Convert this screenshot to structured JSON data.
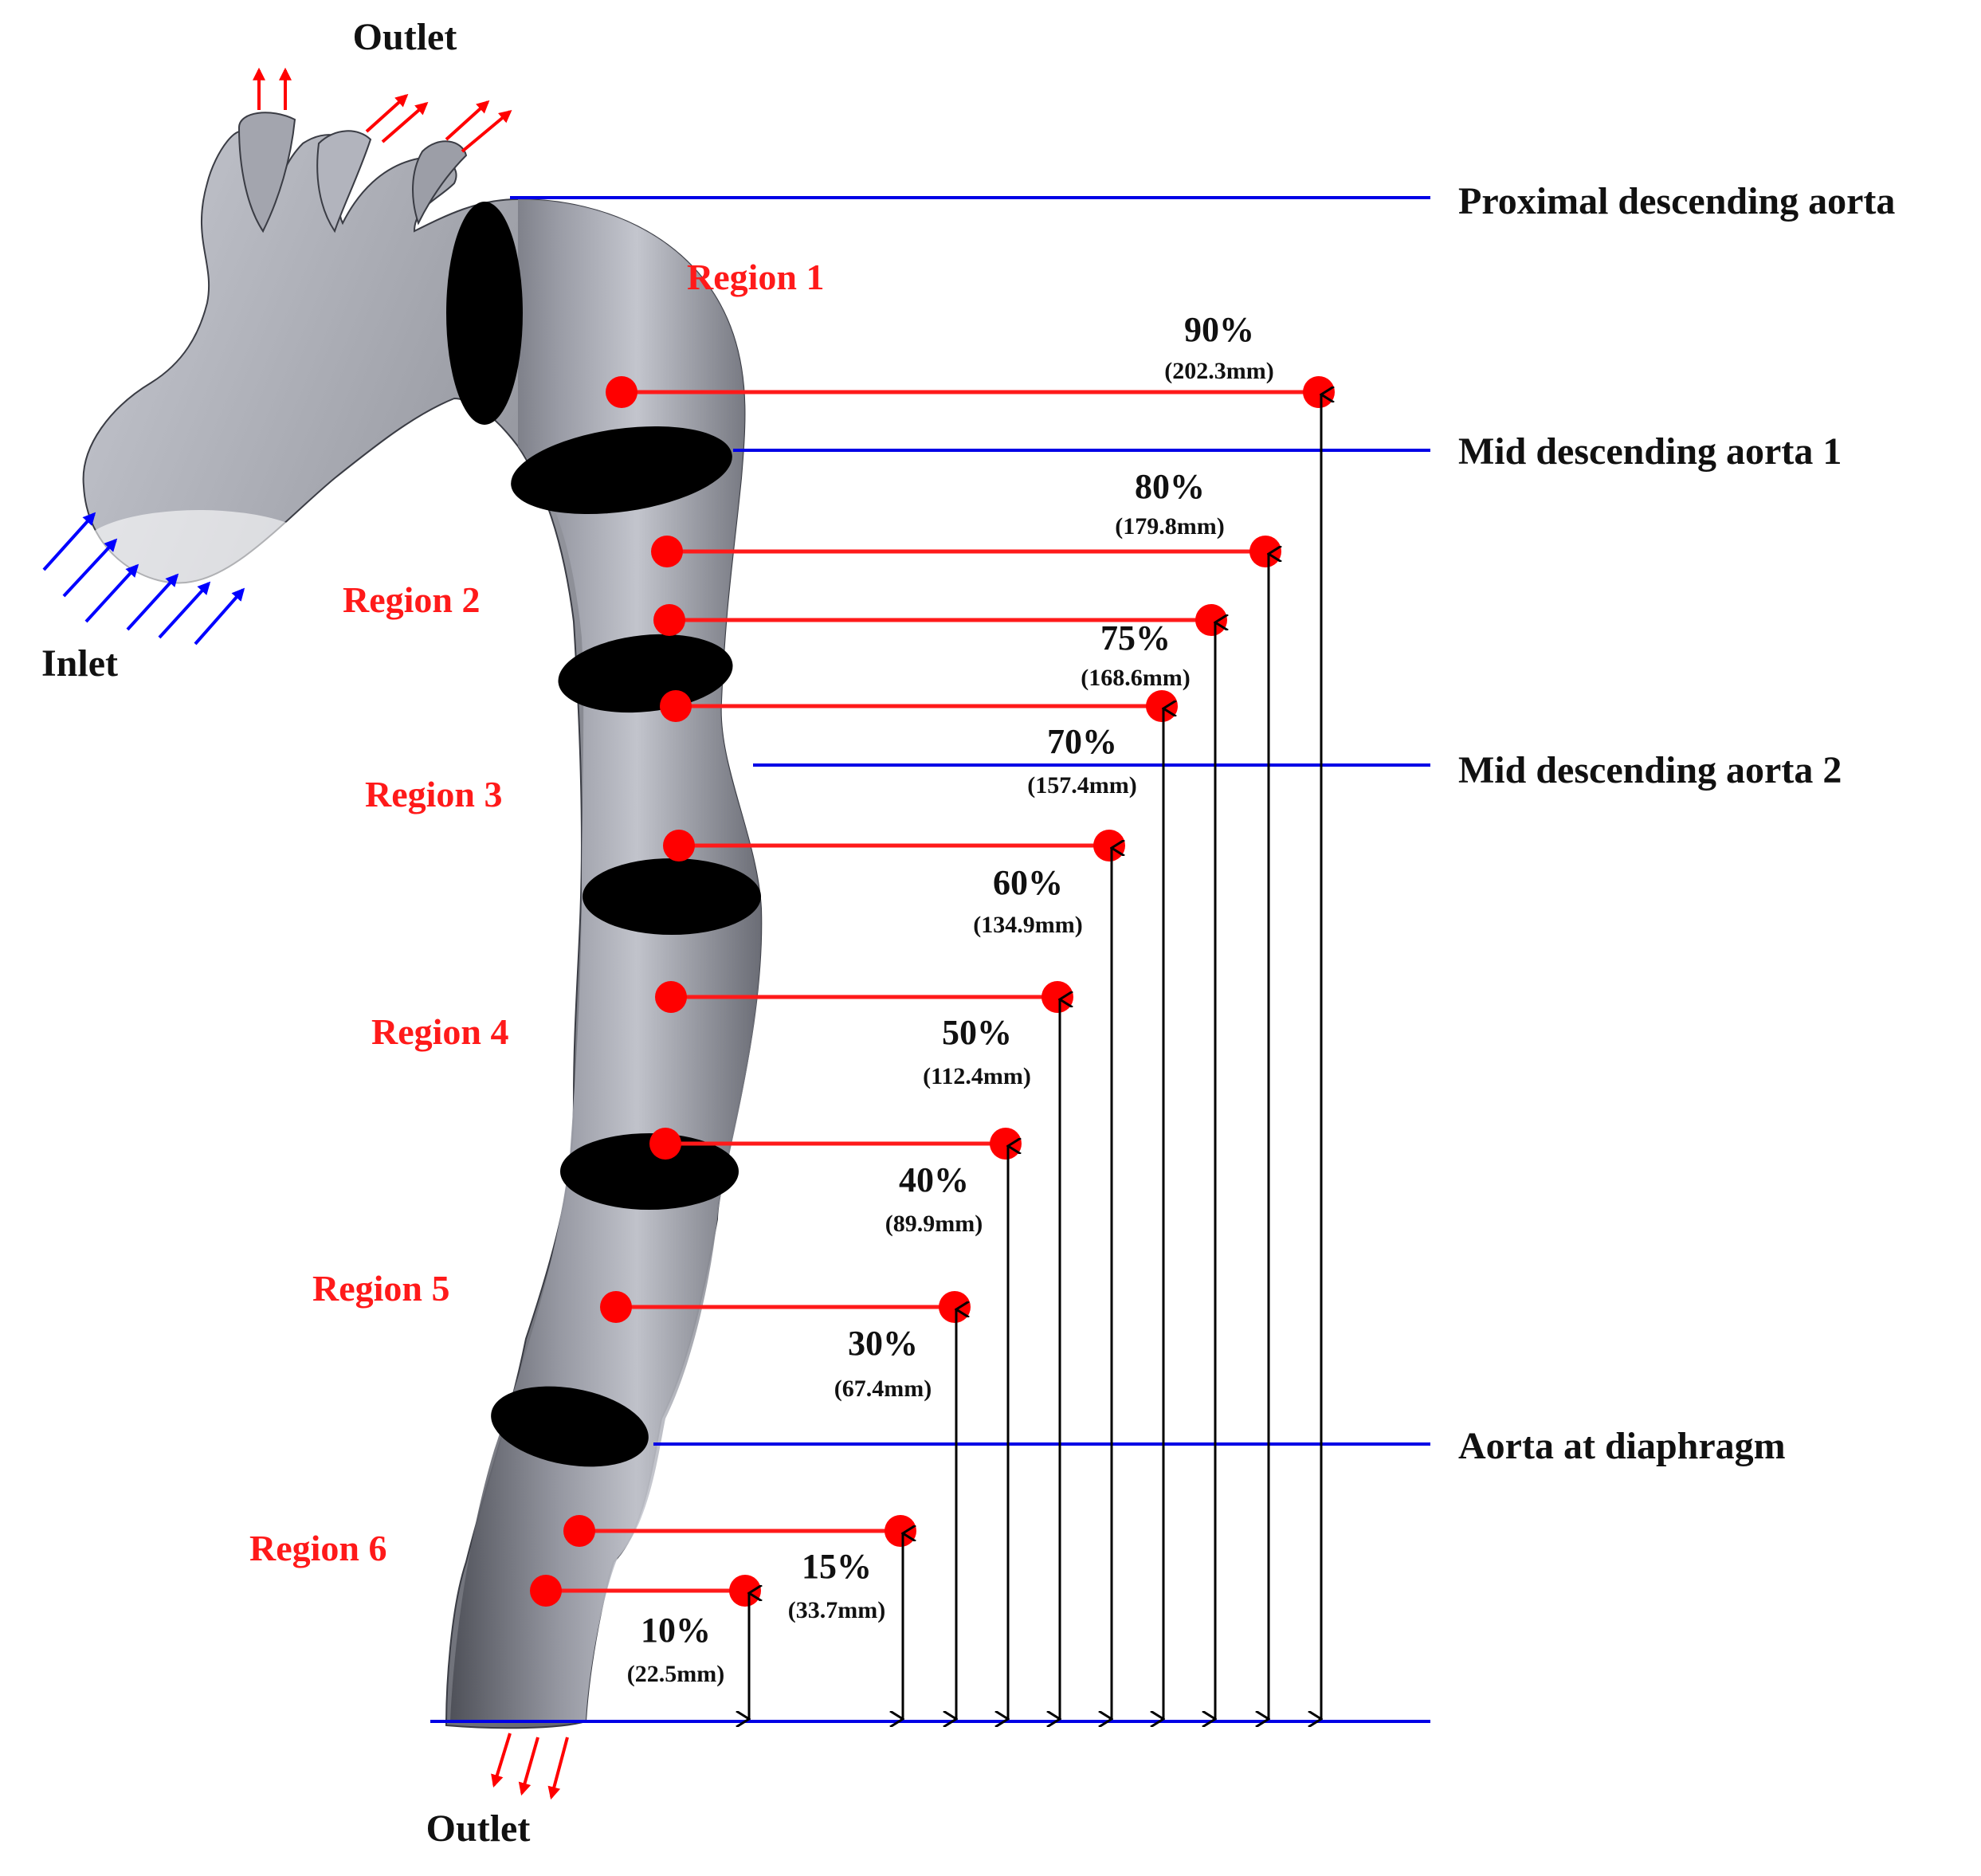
{
  "labels": {
    "outlet_top": "Outlet",
    "inlet": "Inlet",
    "outlet_bottom": "Outlet"
  },
  "levels": [
    {
      "name": "Proximal descending aorta"
    },
    {
      "name": "Mid descending aorta 1"
    },
    {
      "name": "Mid descending aorta 2"
    },
    {
      "name": "Aorta at diaphragm"
    }
  ],
  "regions": [
    "Region 1",
    "Region 2",
    "Region 3",
    "Region 4",
    "Region 5",
    "Region 6"
  ],
  "measurements": [
    {
      "pct": "90%",
      "mm": "(202.3mm)"
    },
    {
      "pct": "80%",
      "mm": "(179.8mm)"
    },
    {
      "pct": "75%",
      "mm": "(168.6mm)"
    },
    {
      "pct": "70%",
      "mm": "(157.4mm)"
    },
    {
      "pct": "60%",
      "mm": "(134.9mm)"
    },
    {
      "pct": "50%",
      "mm": "(112.4mm)"
    },
    {
      "pct": "40%",
      "mm": "(89.9mm)"
    },
    {
      "pct": "30%",
      "mm": "(67.4mm)"
    },
    {
      "pct": "15%",
      "mm": "(33.7mm)"
    },
    {
      "pct": "10%",
      "mm": "(22.5mm)"
    }
  ],
  "colors": {
    "level_line": "#0000e6",
    "marker": "#ff0000",
    "inflow_arrow": "#0000ff",
    "outflow_arrow": "#ff0000",
    "vessel": "#8e9098",
    "section": "#000000"
  }
}
